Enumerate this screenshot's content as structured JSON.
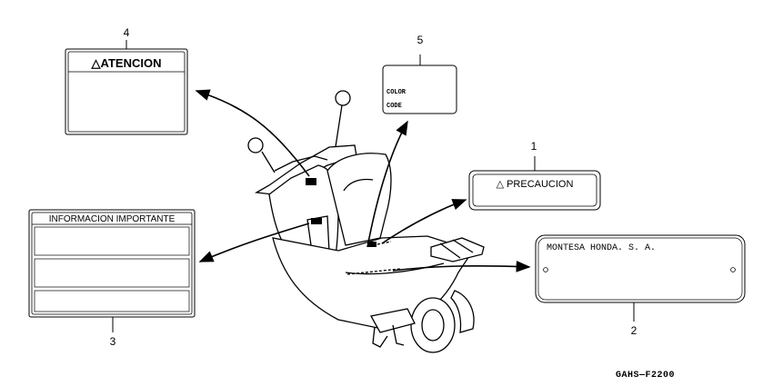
{
  "labels": {
    "l1": {
      "callout": "1",
      "text": "△ PRECAUCION"
    },
    "l2": {
      "callout": "2",
      "text": "MONTESA HONDA. S. A."
    },
    "l3": {
      "callout": "3",
      "text": "INFORMACION IMPORTANTE"
    },
    "l4": {
      "callout": "4",
      "text": "△ATENCION"
    },
    "l5": {
      "callout": "5",
      "line1": "COLOR",
      "line2": "CODE"
    }
  },
  "figure_code": "GAHS—F2200"
}
